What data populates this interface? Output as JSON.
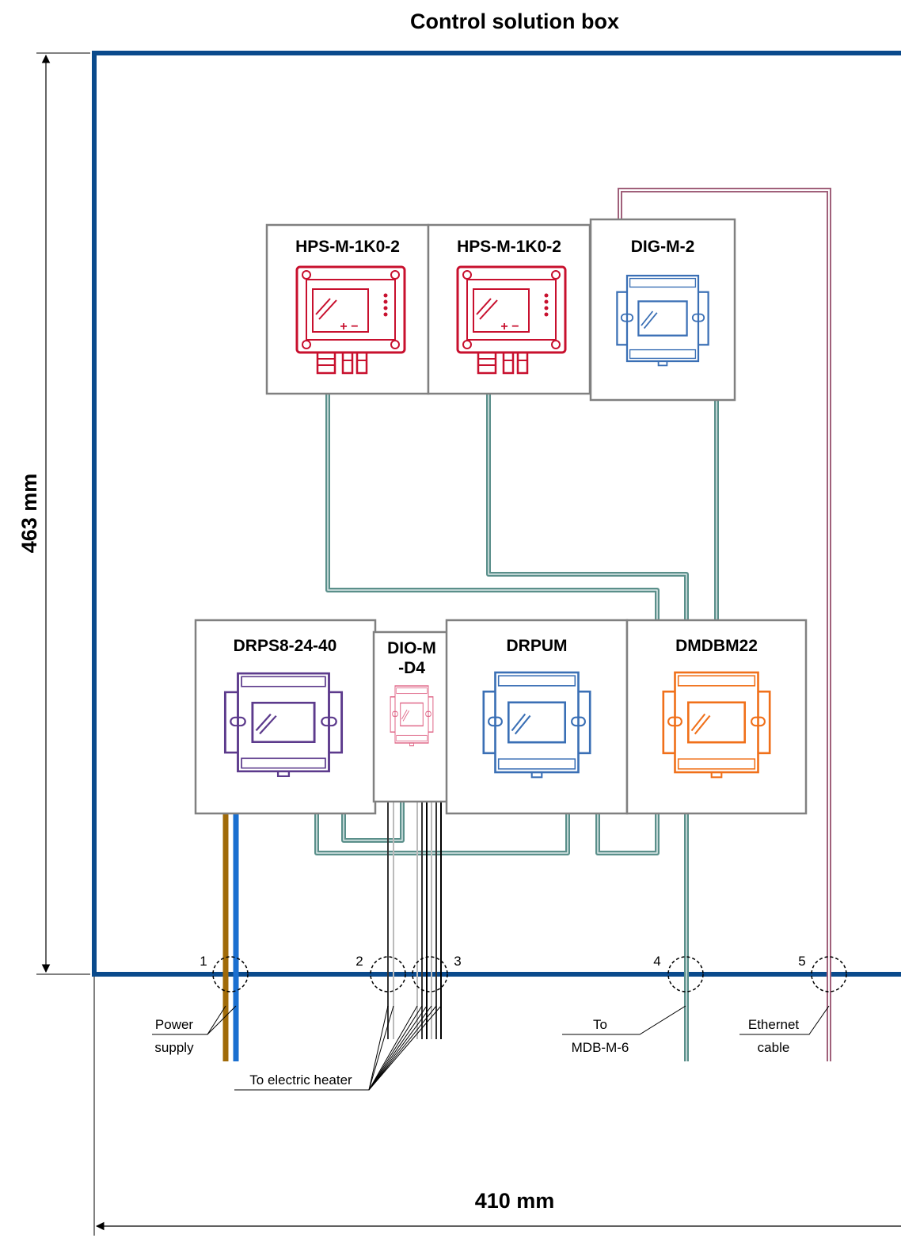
{
  "title": "Control solution box",
  "dimensions": {
    "height": "463 mm",
    "width": "410 mm"
  },
  "modules": {
    "hps1": "HPS-M-1K0-2",
    "hps2": "HPS-M-1K0-2",
    "dig": "DIG-M-2",
    "drps": "DRPS8-24-40",
    "dio_line1": "DIO-M",
    "dio_line2": "-D4",
    "drpum": "DRPUM",
    "dmdbm": "DMDBM22"
  },
  "entries": [
    "1",
    "2",
    "3",
    "4",
    "5"
  ],
  "labels": {
    "power_line1": "Power",
    "power_line2": "supply",
    "heater": "To electric heater",
    "mdb_line1": "To",
    "mdb_line2": "MDB-M-6",
    "eth_line1": "Ethernet",
    "eth_line2": "cable"
  },
  "colors": {
    "enclosure": "#0a4a8c",
    "bus_cable": "#5a8f8a",
    "ethernet": "#a0607a",
    "power_brown": "#a06a08",
    "power_blue": "#1a6fd0",
    "hps_module": "#c8102e",
    "blue_module": "#3a6fb5",
    "drps_module": "#5c3a8c",
    "dio_module": "#e06a8a",
    "dmdbm_module": "#f0701a",
    "box_border": "#808080"
  }
}
